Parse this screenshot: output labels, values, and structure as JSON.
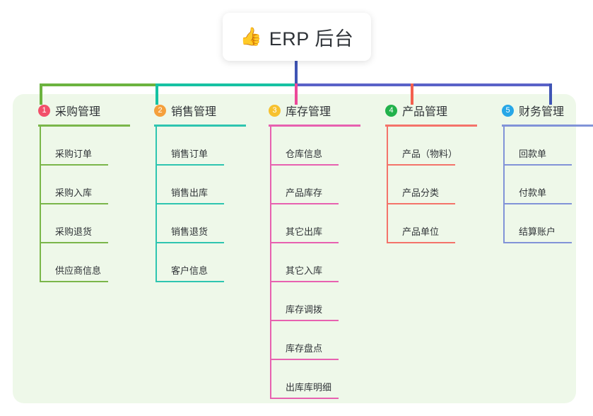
{
  "title": {
    "icon": "thumbs-up-icon",
    "icon_glyph": "👍",
    "text": "ERP 后台"
  },
  "colors": {
    "panel_bg": "#eef8e9",
    "page_bg": "#ffffff",
    "stem_blue": "#4055b5",
    "bus_green": "#6cb33f",
    "bus_teal": "#16c2a3",
    "bus_purple": "#5a62c8",
    "drop_green": "#6cb33f",
    "drop_teal": "#16c2a3",
    "drop_pink": "#ec4899",
    "drop_red": "#f4604f",
    "drop_blue": "#4055b5",
    "text": "#303438"
  },
  "columns": [
    {
      "number": "1",
      "title": "采购管理",
      "badge_color": "#f2506a",
      "rule_color": "#79b council",
      "line_color": "#7ab64a",
      "items": [
        {
          "label": "采购订单"
        },
        {
          "label": "采购入库"
        },
        {
          "label": "采购退货"
        },
        {
          "label": "供应商信息"
        }
      ]
    },
    {
      "number": "2",
      "title": "销售管理",
      "badge_color": "#f5a03c",
      "line_color": "#2ec5b0",
      "items": [
        {
          "label": "销售订单"
        },
        {
          "label": "销售出库"
        },
        {
          "label": "销售退货"
        },
        {
          "label": "客户信息"
        }
      ]
    },
    {
      "number": "3",
      "title": "库存管理",
      "badge_color": "#f7c12e",
      "line_color": "#e761b0",
      "items": [
        {
          "label": "仓库信息"
        },
        {
          "label": "产品库存"
        },
        {
          "label": "其它出库"
        },
        {
          "label": "其它入库"
        },
        {
          "label": "库存调拨"
        },
        {
          "label": "库存盘点"
        },
        {
          "label": "出库库明细"
        }
      ]
    },
    {
      "number": "4",
      "title": "产品管理",
      "badge_color": "#22b24c",
      "line_color": "#f4736a",
      "items": [
        {
          "label": "产品（物料）"
        },
        {
          "label": "产品分类"
        },
        {
          "label": "产品单位"
        }
      ]
    },
    {
      "number": "5",
      "title": "财务管理",
      "badge_color": "#27a7e7",
      "line_color": "#8193d8",
      "items": [
        {
          "label": "回款单"
        },
        {
          "label": "付款单"
        },
        {
          "label": "结算账户"
        }
      ]
    }
  ]
}
